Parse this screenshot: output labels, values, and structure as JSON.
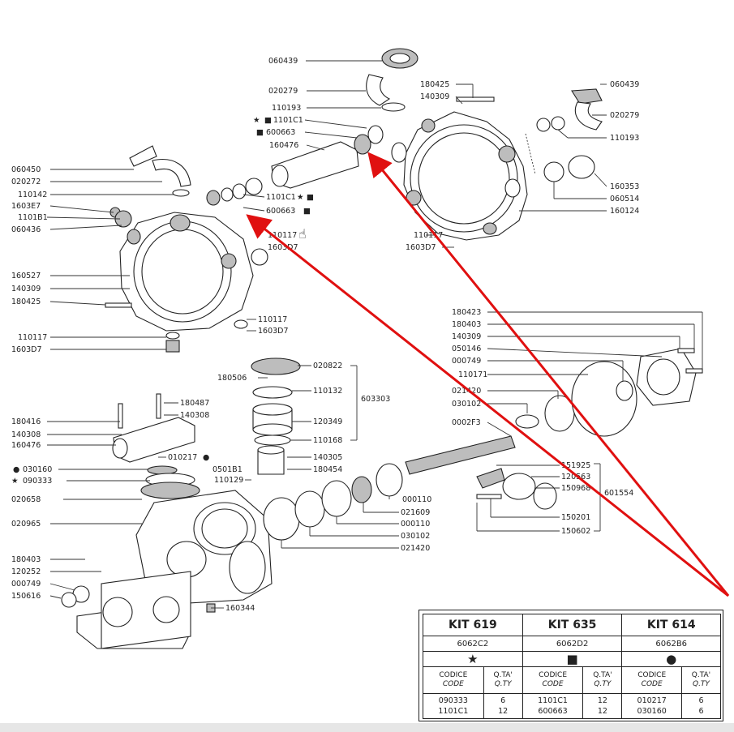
{
  "labels": {
    "l060439a": "060439",
    "l020279a": "020279",
    "l110193a": "110193",
    "l1101c1a": "1101C1",
    "l600663a": "600663",
    "l160476a": "160476",
    "l180425a": "180425",
    "l140309a": "140309",
    "l060439b": "060439",
    "l020279b": "020279",
    "l110193b": "110193",
    "l160353": "160353",
    "l060514": "060514",
    "l160124": "160124",
    "l110117a": "110117",
    "l1603d7a": "1603D7",
    "l060450": "060450",
    "l020272": "020272",
    "l110142": "110142",
    "l1603e7": "1603E7",
    "l1101b1": "1101B1",
    "l060436": "060436",
    "l1101c1b": "1101C1",
    "l600663b": "600663",
    "l110117b": "110117",
    "l1603d7b": "1603D7",
    "l160527": "160527",
    "l140309b": "140309",
    "l180425b": "180425",
    "l110117c": "110117",
    "l1603d7c": "1603D7",
    "l110117d": "110117",
    "l1603d7d": "1603D7",
    "l180423": "180423",
    "l180403a": "180403",
    "l140309c": "140309",
    "l050146": "050146",
    "l000749a": "000749",
    "l110171": "110171",
    "l021420a": "021420",
    "l030102a": "030102",
    "l0002f3": "0002F3",
    "l020822": "020822",
    "l180506": "180506",
    "l110132": "110132",
    "l603303": "603303",
    "l120349": "120349",
    "l110168": "110168",
    "l180487": "180487",
    "l140308a": "140308",
    "l180416": "180416",
    "l140308b": "140308",
    "l160476b": "160476",
    "l010217": "010217",
    "l030160": "030160",
    "l090333": "090333",
    "l020658": "020658",
    "l020965": "020965",
    "l140305": "140305",
    "l0501b1": "0501B1",
    "l180454": "180454",
    "l110129": "110129",
    "l000110a": "000110",
    "l021609": "021609",
    "l000110b": "000110",
    "l030102b": "030102",
    "l021420b": "021420",
    "l151925": "151925",
    "l120563": "120563",
    "l150968": "150968",
    "l601554": "601554",
    "l150201": "150201",
    "l150602": "150602",
    "l180403b": "180403",
    "l120252": "120252",
    "l000749b": "000749",
    "l150616": "150616",
    "l160344": "160344"
  },
  "kit_table": {
    "kits": [
      {
        "name": "KIT 619",
        "code": "6062C2",
        "symbol": "★"
      },
      {
        "name": "KIT 635",
        "code": "6062D2",
        "symbol": "■"
      },
      {
        "name": "KIT 614",
        "code": "6062B6",
        "symbol": "●"
      }
    ],
    "col_code": "CODICE",
    "col_code_en": "CODE",
    "col_qty": "Q.TA'",
    "col_qty_en": "Q.TY",
    "rows": [
      [
        "090333",
        "6",
        "1101C1",
        "12",
        "010217",
        "6"
      ],
      [
        "1101C1",
        "12",
        "600663",
        "12",
        "030160",
        "6"
      ]
    ]
  },
  "colors": {
    "arrow": "#e01010",
    "line": "#333333"
  }
}
